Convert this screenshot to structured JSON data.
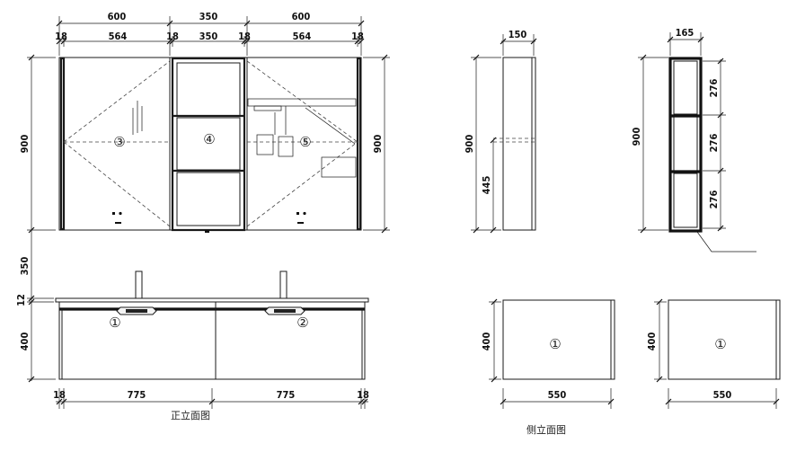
{
  "front_view": {
    "top_dims": {
      "overall": [
        "600",
        "350",
        "600"
      ],
      "detail": [
        "18",
        "564",
        "18",
        "350",
        "18",
        "564",
        "18"
      ]
    },
    "left_dims": [
      "900",
      "350",
      "12",
      "400"
    ],
    "right_dim": "900",
    "bottom_dims": [
      "18",
      "775",
      "775",
      "18"
    ],
    "callouts": [
      "③",
      "④",
      "⑤",
      "①",
      "②"
    ],
    "caption": "正立面图"
  },
  "side_views": {
    "caption": "侧立面图",
    "cabinet_a": {
      "width": "150",
      "height": "900",
      "mark": "445"
    },
    "cabinet_b": {
      "width": "165",
      "height": "900",
      "shelves": [
        "276",
        "276",
        "276"
      ]
    },
    "base_a": {
      "height": "400",
      "width": "550",
      "callout": "①"
    },
    "base_b": {
      "height": "400",
      "width": "550",
      "callout": "①"
    }
  }
}
